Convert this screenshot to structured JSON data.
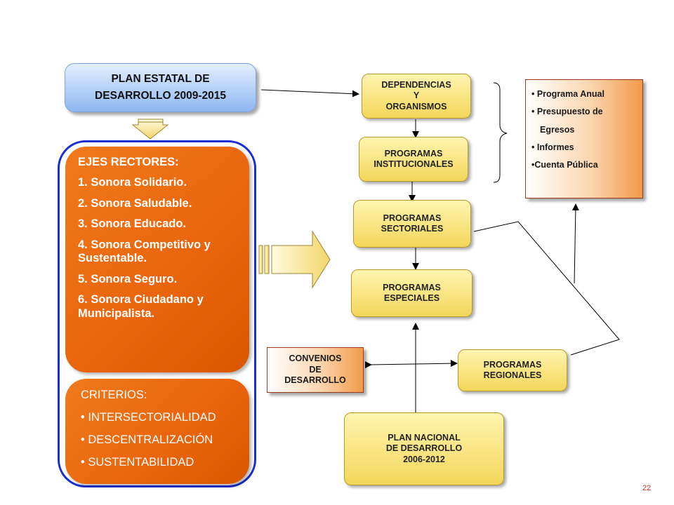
{
  "plan_estatal": {
    "line1": "PLAN ESTATAL DE",
    "line2": "DESARROLLO 2009-2015"
  },
  "ejes": {
    "title": "EJES RECTORES:",
    "items": [
      "1. Sonora Solidario.",
      "2. Sonora Saludable.",
      "3. Sonora Educado.",
      "4. Sonora  Competitivo y Sustentable.",
      "5. Sonora Seguro.",
      "6. Sonora Ciudadano y Municipalista."
    ]
  },
  "criterios": {
    "title": "CRITERIOS:",
    "items": [
      "• INTERSECTORIALIDAD",
      "• DESCENTRALIZACIÓN",
      "• SUSTENTABILIDAD"
    ]
  },
  "boxes": {
    "dependencias": [
      "DEPENDENCIAS",
      "Y",
      "ORGANISMOS"
    ],
    "institucionales": [
      "PROGRAMAS",
      "INSTITUCIONALES"
    ],
    "sectoriales": [
      "PROGRAMAS",
      "SECTORIALES"
    ],
    "especiales": [
      "PROGRAMAS",
      "ESPECIALES"
    ],
    "regionales": [
      "PROGRAMAS",
      "REGIONALES"
    ],
    "convenios": [
      "CONVENIOS",
      "DE",
      "DESARROLLO"
    ],
    "plan_nacional": [
      "PLAN NACIONAL",
      "DE DESARROLLO",
      "2006-2012"
    ]
  },
  "programa_list": {
    "items": [
      "• Programa Anual",
      "• Presupuesto de",
      "Egresos",
      "• Informes",
      "•Cuenta Pública"
    ]
  },
  "page_number": "22",
  "colors": {
    "orange": "#e9640d",
    "blue_frame": "#1a2fd0",
    "yellow": "#f3d65a",
    "plan_blue": "#8fb7f2"
  }
}
